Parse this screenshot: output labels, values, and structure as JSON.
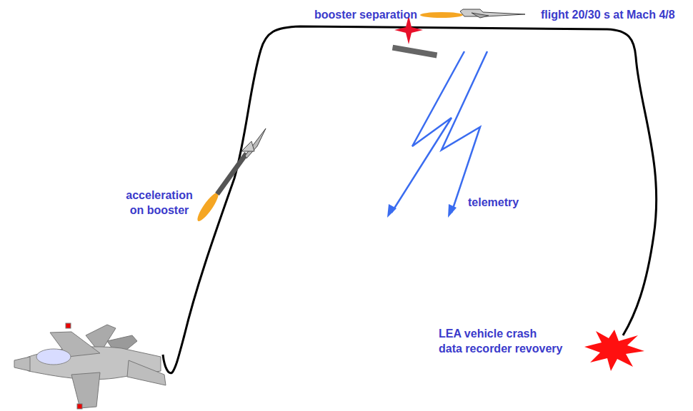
{
  "diagram": {
    "labels": [
      "booster separation",
      "flight 20/30 s at Mach 4/8",
      "acceleration on booster",
      "telemetry",
      "LEA vehicle crash data recorder revovery"
    ]
  }
}
